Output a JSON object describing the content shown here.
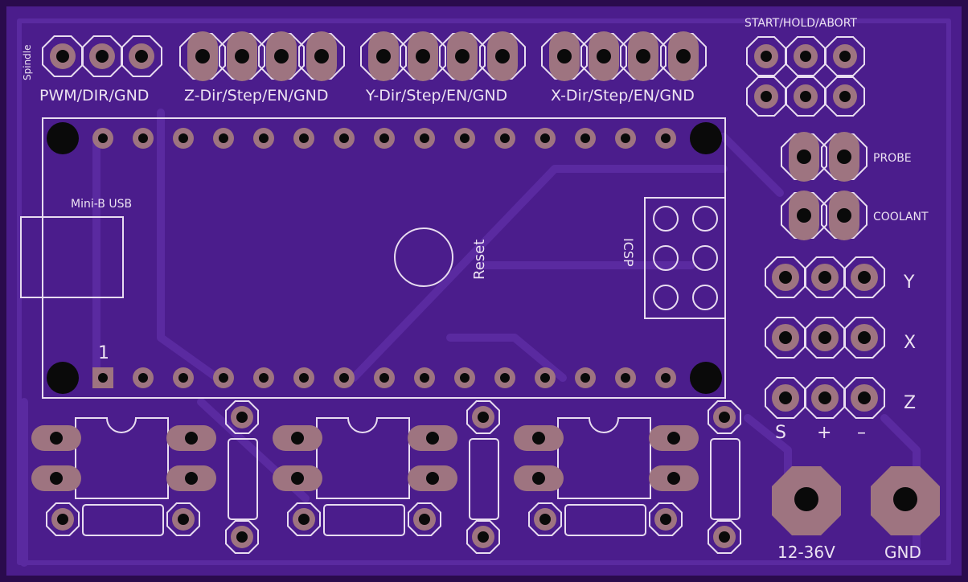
{
  "colors": {
    "board": "#4b1d8c",
    "board_edge": "#2a0b4d",
    "trace": "#5a2aa0",
    "copper": "#9e7480",
    "silkscreen": "#ece2f2",
    "hole": "#0a0a0a"
  },
  "labels": {
    "spindle": "Spindle",
    "pwm_dir_gnd": "PWM/DIR/GND",
    "z_axis": "Z-Dir/Step/EN/GND",
    "y_axis": "Y-Dir/Step/EN/GND",
    "x_axis": "X-Dir/Step/EN/GND",
    "start_hold_abort": "START/HOLD/ABORT",
    "probe": "PROBE",
    "coolant": "COOLANT",
    "mini_usb": "Mini-B USB",
    "reset": "Reset",
    "icsp": "ICSP",
    "pin_one": "1",
    "y_limit": "Y",
    "x_limit": "X",
    "z_limit": "Z",
    "signal": "S",
    "plus": "+",
    "minus": "–",
    "power_in": "12-36V",
    "ground": "GND"
  }
}
